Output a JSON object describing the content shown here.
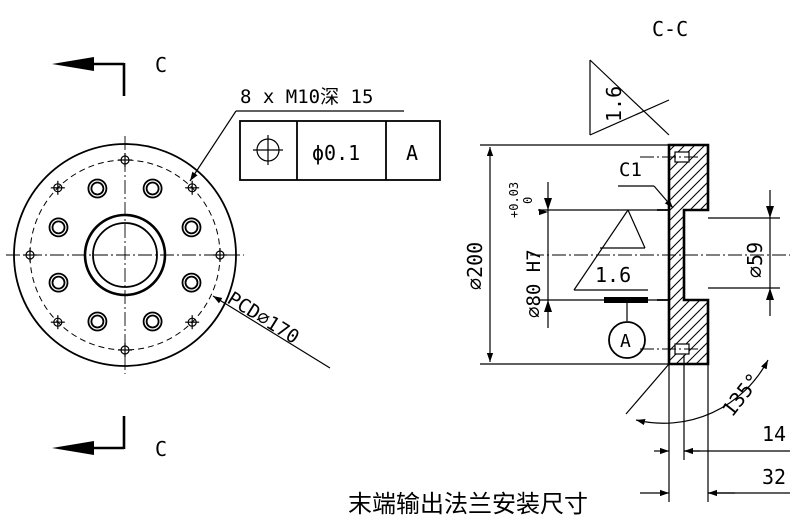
{
  "section_labels": {
    "top_c": "C",
    "bottom_c": "C",
    "view": "C-C"
  },
  "thread_note": "8 x  M10深 15",
  "tolerance_frame": {
    "symbol": "position-icon",
    "value": "ϕ0.1",
    "datum": "A"
  },
  "pcd_label": "PCD∅170",
  "roughness": {
    "face": "1.6",
    "bore": "1.6"
  },
  "chamfer": "C1",
  "dims": {
    "outer_diameter": "∅200",
    "bore_diameter": "∅80 H7",
    "bore_tol_upper": "+0.03",
    "bore_tol_lower": "0",
    "recess_diameter": "∅59",
    "angle": "135°",
    "length_14": "14",
    "length_32": "32"
  },
  "datum_label": "A",
  "caption": "末端输出法兰安装尺寸"
}
